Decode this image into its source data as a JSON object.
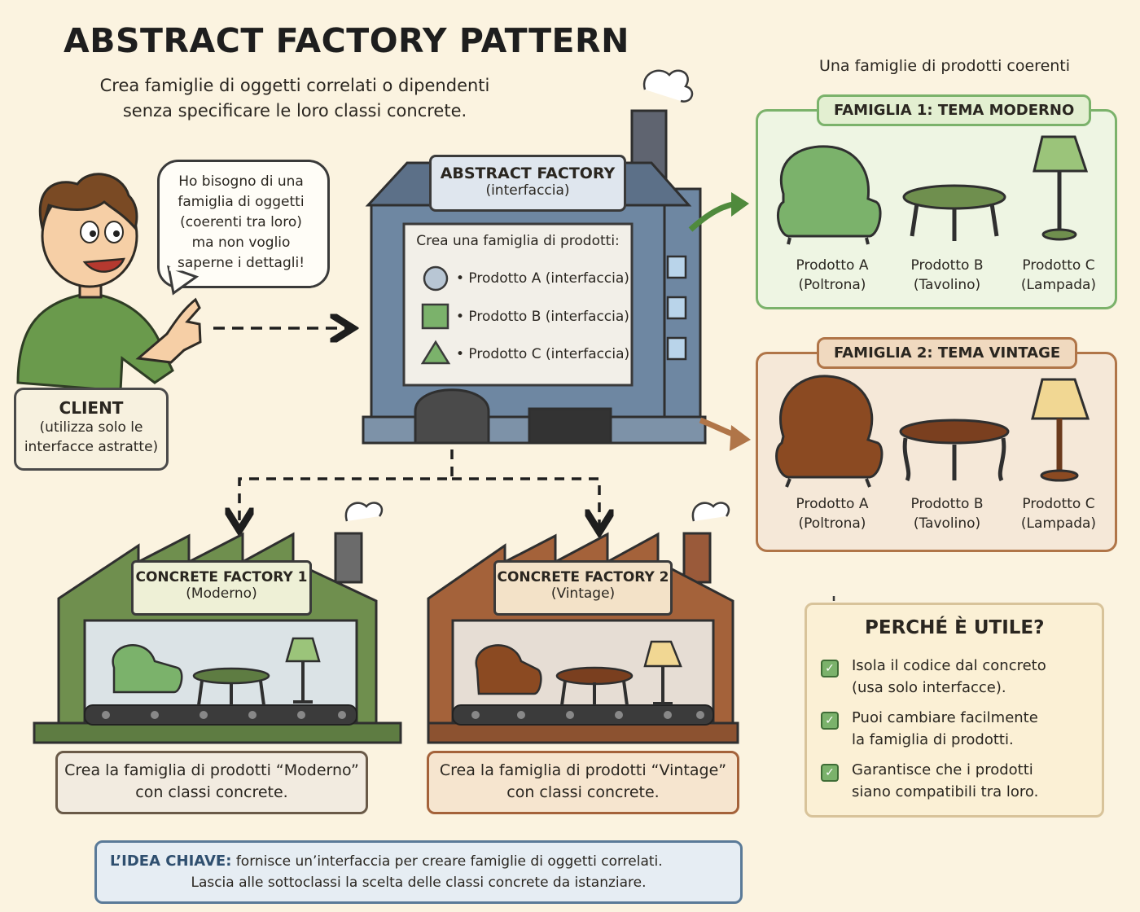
{
  "title": "ABSTRACT FACTORY PATTERN",
  "subtitle_lines": [
    "Crea famiglie di oggetti correlati o dipendenti",
    "senza specificare le loro classi concrete."
  ],
  "client": {
    "speech_lines": [
      "Ho bisogno di una",
      "famiglia di oggetti",
      "(coerenti tra loro)",
      "ma non voglio",
      "saperne i dettagli!"
    ],
    "label": "CLIENT",
    "sublabel_lines": [
      "(utilizza solo le",
      "interfacce astratte)"
    ]
  },
  "abstract_factory": {
    "title": "ABSTRACT FACTORY",
    "subtitle": "(interfaccia)",
    "board_heading": "Crea una famiglia di prodotti:",
    "products": [
      {
        "shape": "circle",
        "label": "• Prodotto A (interfaccia)"
      },
      {
        "shape": "square",
        "label": "• Prodotto B (interfaccia)"
      },
      {
        "shape": "triangle",
        "label": "• Prodotto C (interfaccia)"
      }
    ]
  },
  "families_heading": "Una famiglie di prodotti coerenti",
  "families": [
    {
      "title": "FAMIGLIA 1: TEMA MODERNO",
      "accent": "#7bb26b",
      "products": [
        {
          "line1": "Prodotto A",
          "line2": "(Poltrona)",
          "icon": "armchair-icon"
        },
        {
          "line1": "Prodotto B",
          "line2": "(Tavolino)",
          "icon": "coffee-table-icon"
        },
        {
          "line1": "Prodotto C",
          "line2": "(Lampada)",
          "icon": "lamp-icon"
        }
      ]
    },
    {
      "title": "FAMIGLIA 2: TEMA VINTAGE",
      "accent": "#a0603a",
      "products": [
        {
          "line1": "Prodotto A",
          "line2": "(Poltrona)",
          "icon": "armchair-icon"
        },
        {
          "line1": "Prodotto B",
          "line2": "(Tavolino)",
          "icon": "coffee-table-icon"
        },
        {
          "line1": "Prodotto C",
          "line2": "(Lampada)",
          "icon": "lamp-icon"
        }
      ]
    }
  ],
  "concrete_factories": [
    {
      "title": "CONCRETE FACTORY 1",
      "subtitle": "(Moderno)",
      "caption_lines": [
        "Crea la famiglia di prodotti “Moderno”",
        "con classi concrete."
      ],
      "color": "#6f8f4e"
    },
    {
      "title": "CONCRETE FACTORY 2",
      "subtitle": "(Vintage)",
      "caption_lines": [
        "Crea la famiglia di prodotti “Vintage”",
        "con classi concrete."
      ],
      "color": "#a4623a"
    }
  ],
  "why": {
    "title": "PERCHÉ È UTILE?",
    "items": [
      [
        "Isola il codice dal concreto",
        "(usa solo interfacce)."
      ],
      [
        "Puoi cambiare facilmente",
        "la famiglia di prodotti."
      ],
      [
        "Garantisce che i prodotti",
        "siano compatibili tra loro."
      ]
    ]
  },
  "key_idea": {
    "label": "L’IDEA CHIAVE:",
    "line1": "fornisce un’interfaccia per creare famiglie di oggetti correlati.",
    "line2": "Lascia alle sottoclassi la scelta delle classi concrete da istanziare."
  }
}
